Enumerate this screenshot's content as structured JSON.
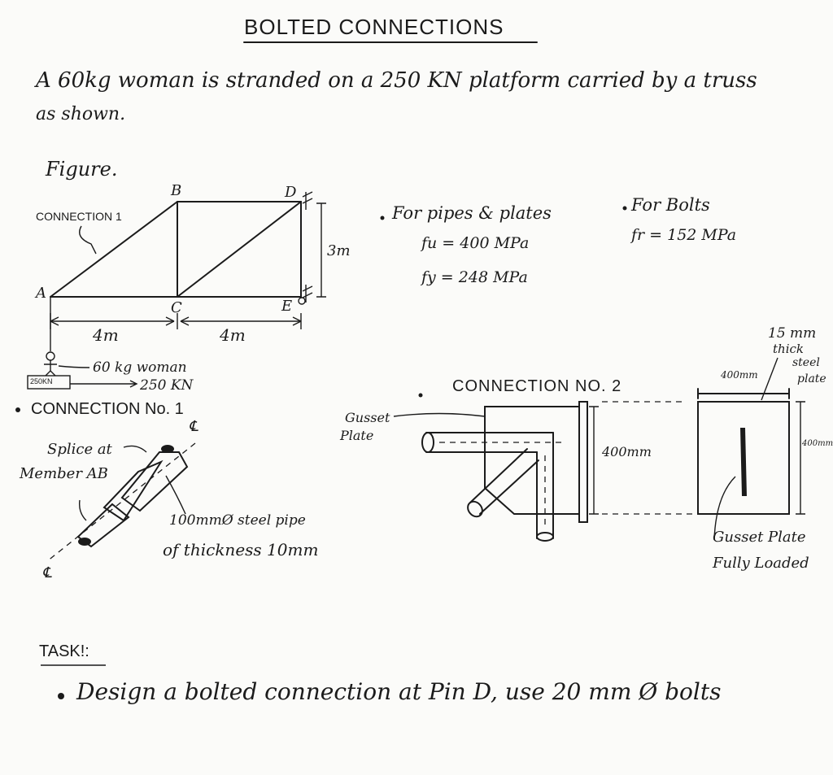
{
  "title": "BOLTED CONNECTIONS",
  "intro": {
    "line1": "A 60kg woman is stranded on a 250 KN platform carried by a truss",
    "line2": "as shown."
  },
  "figure_label": "Figure.",
  "truss": {
    "connection_label": "CONNECTION 1",
    "nodes": {
      "A": "A",
      "B": "B",
      "C": "C",
      "D": "D",
      "E": "E"
    },
    "height_label": "3m",
    "span_left": "4m",
    "span_right": "4m",
    "load_woman": "60 kg woman",
    "load_platform": "250 KN",
    "platform_tag": "250KN"
  },
  "materials": {
    "pipes_plates_title": "For pipes & plates",
    "fu": "fu = 400 MPa",
    "fy": "fy = 248 MPa",
    "bolts_title": "For Bolts",
    "fr": "fr = 152 MPa"
  },
  "connection1": {
    "title": "CONNECTION No. 1",
    "cl_top": "℄",
    "cl_bottom": "℄",
    "splice_label_1": "Splice at",
    "splice_label_2": "Member AB",
    "pipe_label_1": "100mmØ steel pipe",
    "pipe_label_2": "of thickness 10mm"
  },
  "connection2": {
    "title": "CONNECTION NO. 2",
    "gusset_label_1": "Gusset",
    "gusset_label_2": "Plate",
    "height_dim": "400mm",
    "width_dim": "400mm",
    "right_dim": "400mm",
    "plate_label_1": "15 mm",
    "plate_label_2": "thick",
    "plate_label_3": "steel",
    "plate_label_4": "plate",
    "loaded_label_1": "Gusset Plate",
    "loaded_label_2": "Fully Loaded"
  },
  "task": {
    "heading": "TASK!:",
    "item": "Design a bolted connection at Pin D, use 20 mm Ø bolts"
  }
}
